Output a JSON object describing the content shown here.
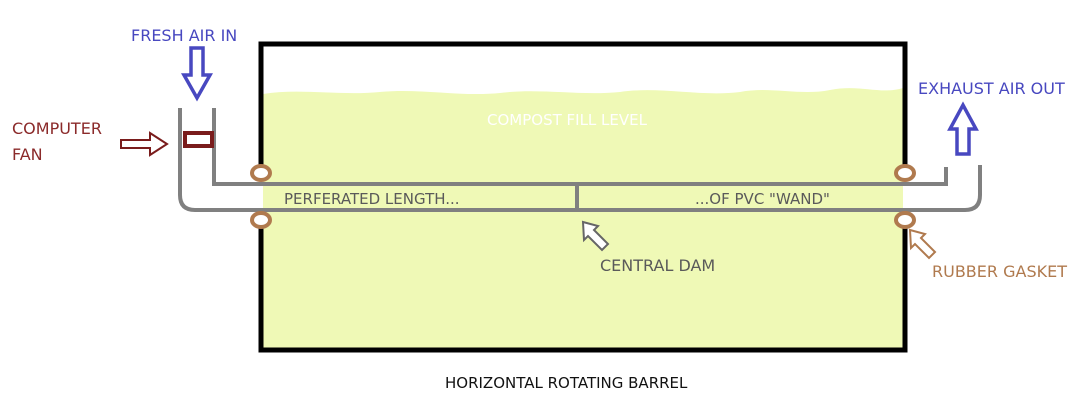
{
  "labels": {
    "fresh_air_in": "FRESH AIR IN",
    "computer": "COMPUTER",
    "fan": "FAN",
    "exhaust_air_out": "EXHAUST AIR OUT",
    "compost_fill_level": "COMPOST FILL LEVEL",
    "perforated_length": "PERFERATED LENGTH...",
    "of_pvc_wand": "...OF PVC \"WAND\"",
    "central_dam": "CENTRAL DAM",
    "rubber_gasket": "RUBBER GASKET",
    "caption": "HORIZONTAL ROTATING BARREL"
  },
  "colors": {
    "air": "#4848c0",
    "fan": "#7a1c1c",
    "gasket": "#b07a4e",
    "pipe": "#808080",
    "compost": "#eff9b6",
    "label_grey": "#5a5a5a"
  }
}
